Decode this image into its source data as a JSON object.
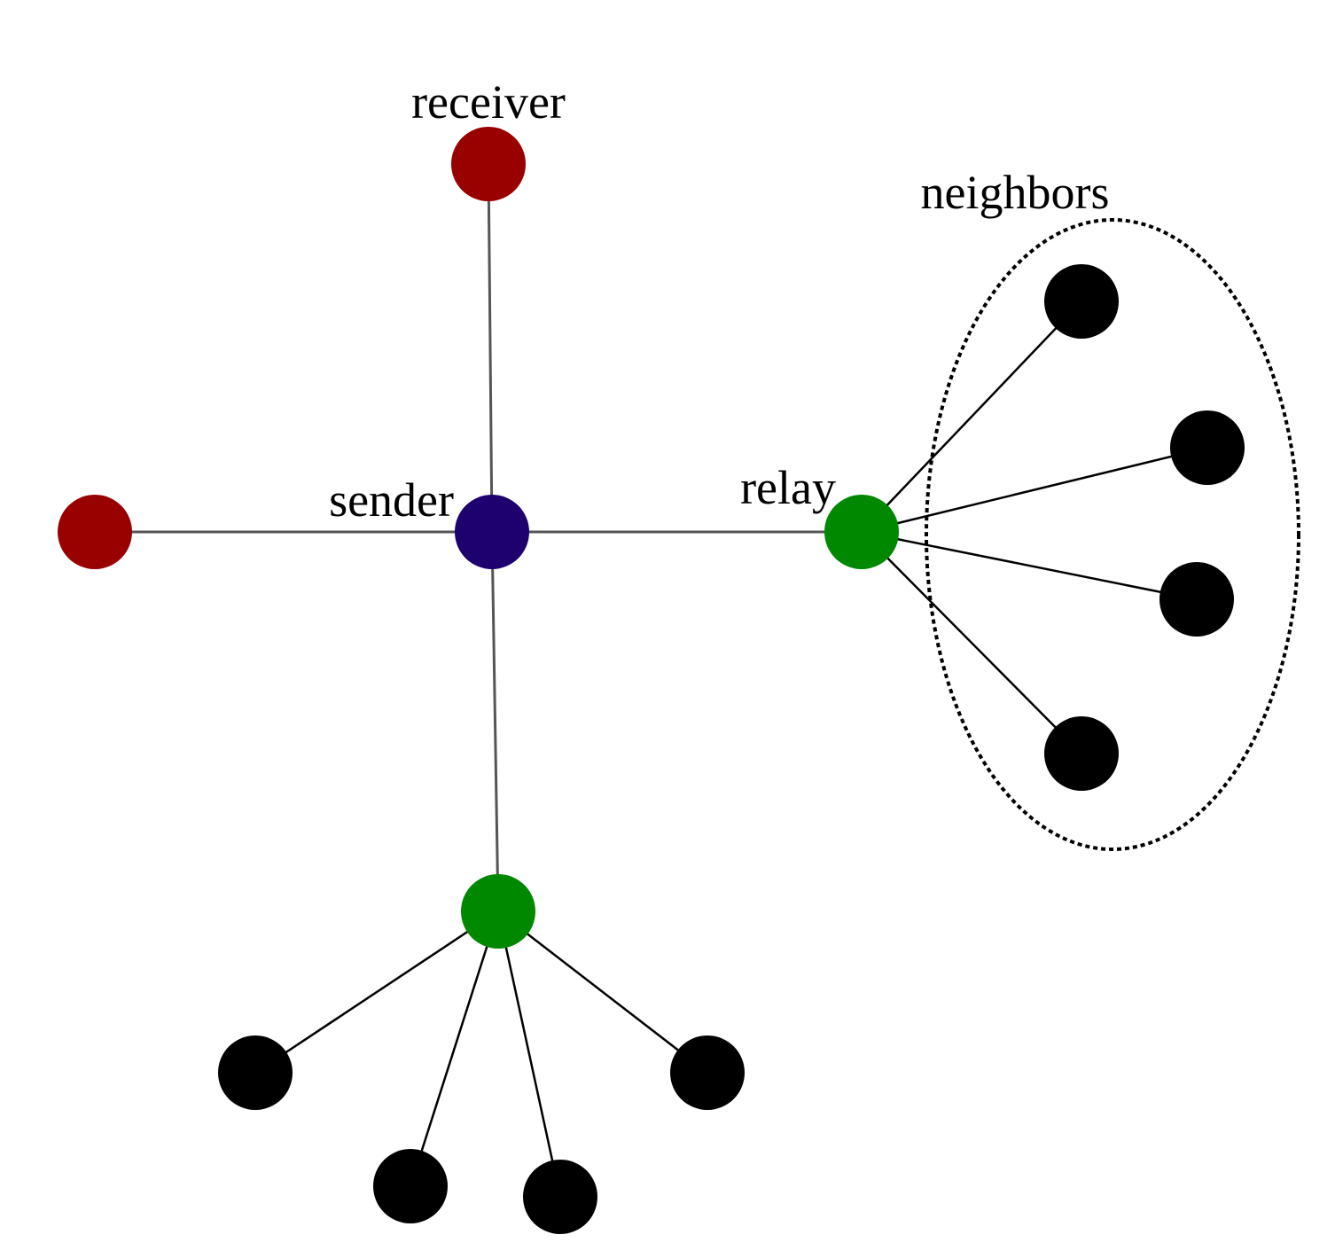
{
  "labels": {
    "receiver": "receiver",
    "sender": "sender",
    "relay": "relay",
    "neighbors": "neighbors"
  },
  "colors": {
    "receiver": "#990000",
    "sender": "#1e006e",
    "relay": "#008800",
    "neighbor": "#000000"
  }
}
